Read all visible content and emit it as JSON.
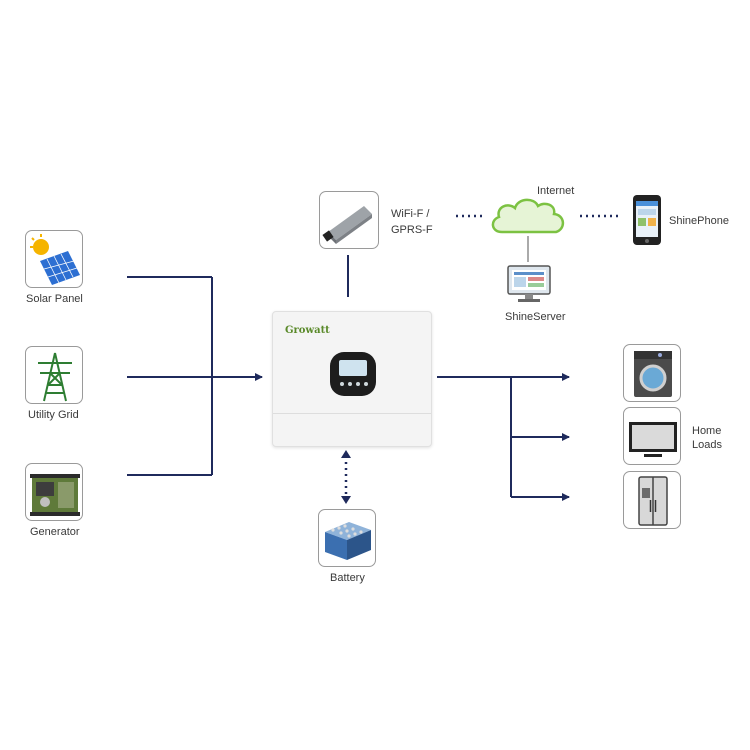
{
  "diagram": {
    "inverter": {
      "brand": "Growatt"
    },
    "inputs": [
      {
        "label": "Solar Panel",
        "icon": "solar-panel-icon"
      },
      {
        "label": "Utility Grid",
        "icon": "utility-grid-icon"
      },
      {
        "label": "Generator",
        "icon": "generator-icon"
      }
    ],
    "comms": {
      "module_label_line1": "WiFi-F /",
      "module_label_line2": "GPRS-F",
      "internet_label": "Internet",
      "server_label": "ShineServer",
      "phone_label": "ShinePhone"
    },
    "battery": {
      "label": "Battery"
    },
    "home_loads": {
      "label_line1": "Home",
      "label_line2": "Loads",
      "items": [
        "washing-machine-icon",
        "television-icon",
        "refrigerator-icon"
      ]
    },
    "colors": {
      "wire": "#1f2a5c",
      "cloud": "#7cc242",
      "tile_border": "#9a9a9a"
    }
  }
}
